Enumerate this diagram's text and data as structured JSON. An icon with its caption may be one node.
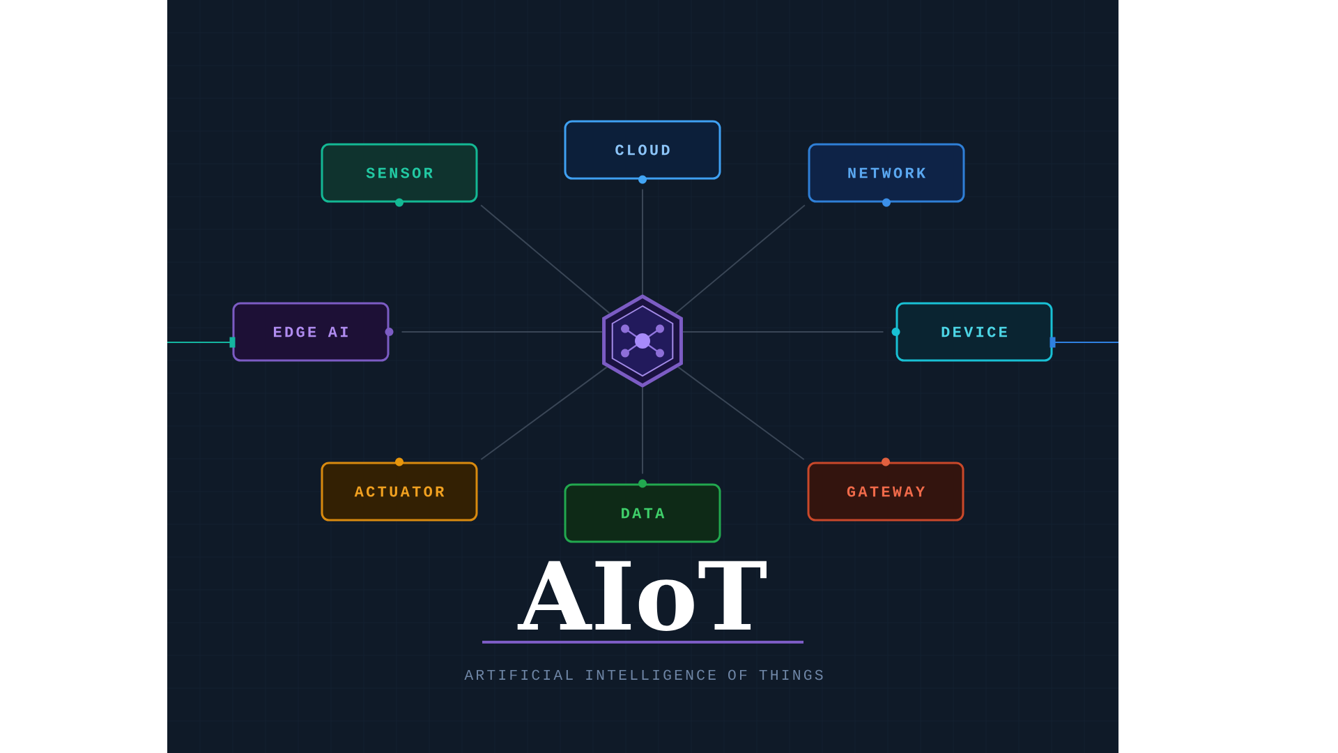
{
  "diagram": {
    "title": "AIoT",
    "nodes": [
      {
        "text": [
          "SENSOR"
        ]
      },
      {
        "text": [
          "CLOUD"
        ]
      },
      {
        "text": [
          "NETWORK"
        ]
      },
      {
        "text": [
          "EDGE AI"
        ]
      },
      {
        "text": [],
        "shape": "hexagon"
      },
      {
        "text": [
          "DEVICE"
        ]
      },
      {
        "text": [
          "ACTUATOR"
        ]
      },
      {
        "text": [
          "DATA"
        ]
      },
      {
        "text": [
          "GATEWAY"
        ]
      }
    ],
    "edges": [
      {
        "from": 4,
        "to": 0,
        "arrow": "none"
      },
      {
        "from": 4,
        "to": 1,
        "arrow": "none"
      },
      {
        "from": 4,
        "to": 2,
        "arrow": "none"
      },
      {
        "from": 4,
        "to": 3,
        "arrow": "none"
      },
      {
        "from": 4,
        "to": 5,
        "arrow": "none"
      },
      {
        "from": 4,
        "to": 6,
        "arrow": "none"
      },
      {
        "from": 4,
        "to": 7,
        "arrow": "none"
      },
      {
        "from": 4,
        "to": 8,
        "arrow": "none"
      },
      {
        "from": null,
        "to": 3,
        "arrow": "other",
        "color": "#15b5a0"
      },
      {
        "from": null,
        "to": 5,
        "arrow": "other",
        "color": "#2f80e0"
      }
    ],
    "labels": [
      "ARTIFICIAL INTELLIGENCE OF THINGS"
    ]
  }
}
